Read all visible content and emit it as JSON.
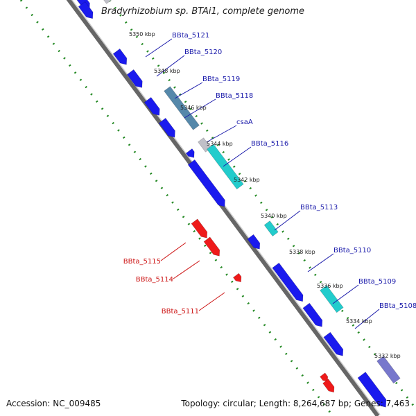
{
  "title": "Bradyrhizobium sp. BTAi1, complete genome",
  "footer": {
    "accession": "Accession: NC_009485",
    "topology": "Topology: circular; Length: 8,264,687 bp; Genes: 7,463"
  },
  "colors": {
    "forward_gene": "#1a1aee",
    "reverse_gene": "#ee1a1a",
    "label_forward": "#1a1aaa",
    "label_reverse": "#cc1111",
    "axis": "#777777",
    "gc_dots": "#228822",
    "cyan": "#22cccc",
    "steel": "#5588aa",
    "lavender": "#7777cc",
    "grey": "#c0c0c8"
  },
  "ticks": [
    {
      "label": "5350 kbp"
    },
    {
      "label": "5348 kbp"
    },
    {
      "label": "5346 kbp"
    },
    {
      "label": "5344 kbp"
    },
    {
      "label": "5342 kbp"
    },
    {
      "label": "5340 kbp"
    },
    {
      "label": "5338 kbp"
    },
    {
      "label": "5336 kbp"
    },
    {
      "label": "5334 kbp"
    },
    {
      "label": "5332 kbp"
    }
  ],
  "gene_labels": [
    {
      "name": "BBta_5121",
      "strand": "forward"
    },
    {
      "name": "BBta_5120",
      "strand": "forward"
    },
    {
      "name": "BBta_5119",
      "strand": "forward"
    },
    {
      "name": "BBta_5118",
      "strand": "forward"
    },
    {
      "name": "csaA",
      "strand": "forward"
    },
    {
      "name": "BBta_5116",
      "strand": "forward"
    },
    {
      "name": "BBta_5113",
      "strand": "forward"
    },
    {
      "name": "BBta_5110",
      "strand": "forward"
    },
    {
      "name": "BBta_5109",
      "strand": "forward"
    },
    {
      "name": "BBta_5108",
      "strand": "forward"
    },
    {
      "name": "BBta_5115",
      "strand": "reverse"
    },
    {
      "name": "BBta_5114",
      "strand": "reverse"
    },
    {
      "name": "BBta_5111",
      "strand": "reverse"
    }
  ]
}
